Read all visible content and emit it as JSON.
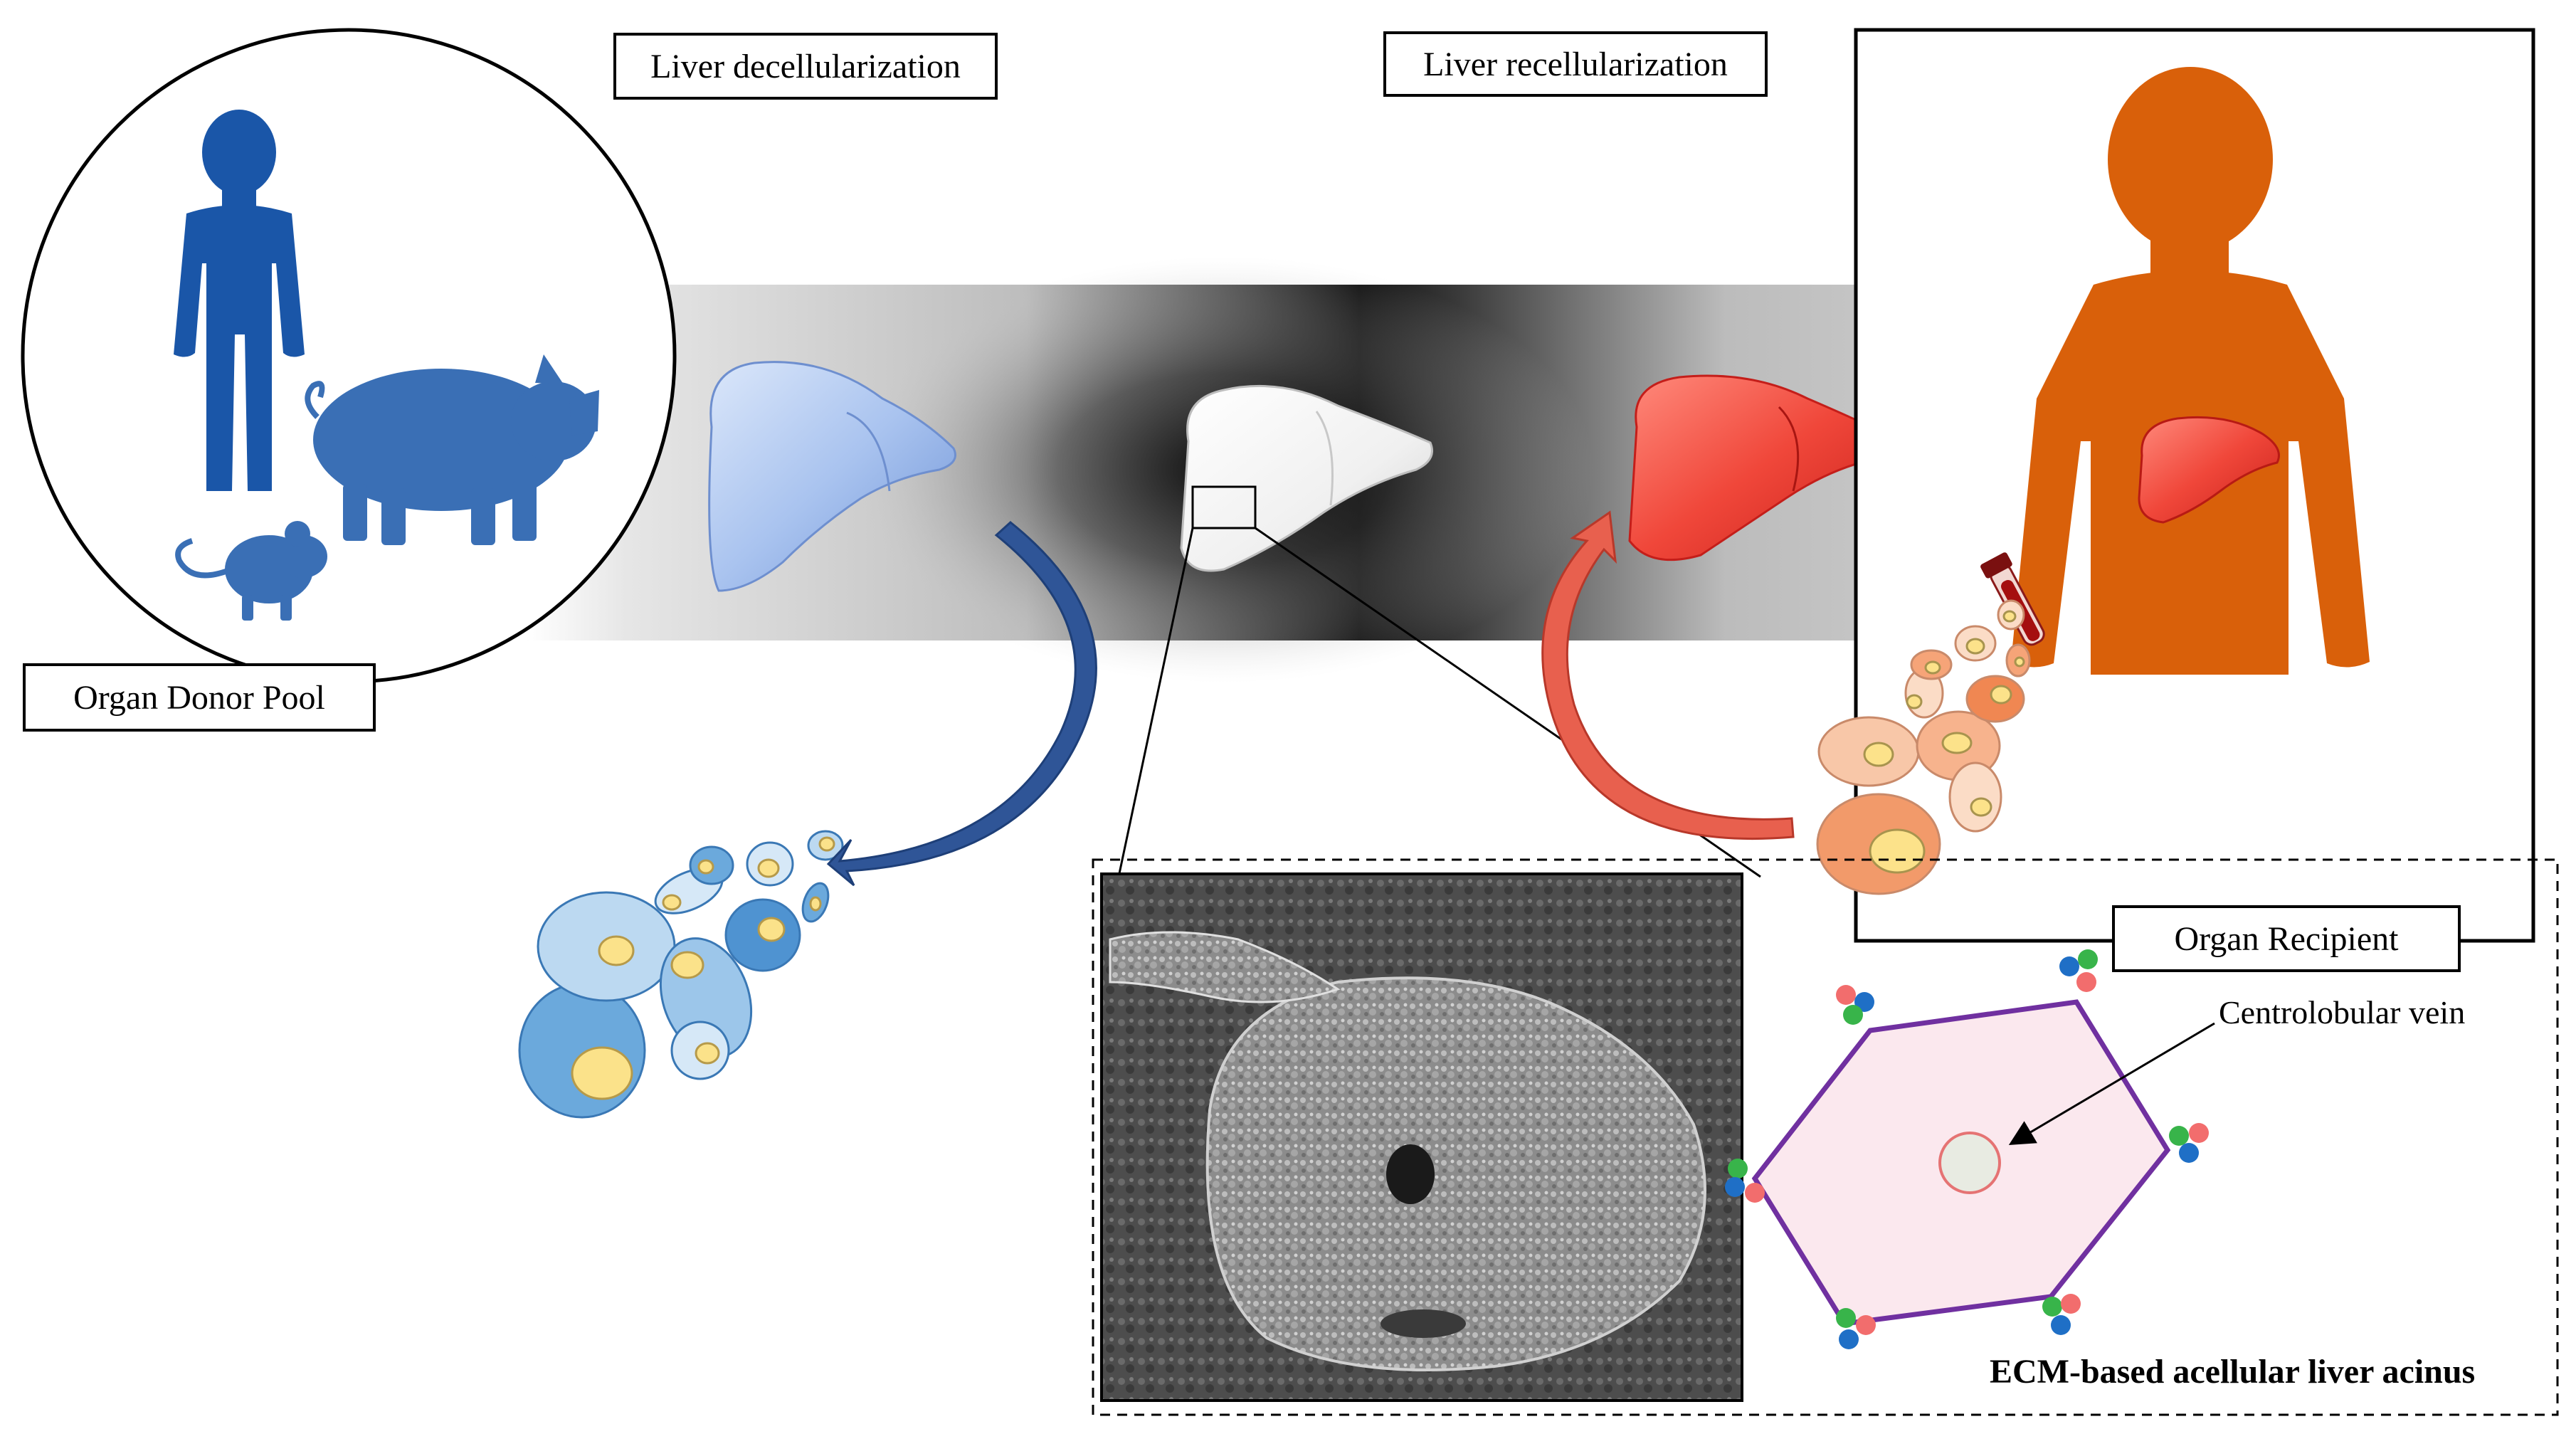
{
  "labels": {
    "decellularization": "Liver  decellularization",
    "recellularization": "Liver  recellularization",
    "donor_pool": "Organ Donor Pool",
    "recipient": "Organ Recipient",
    "centrolobular_vein": "Centrolobular vein",
    "acinus": "ECM-based acellular liver acinus"
  },
  "colors": {
    "donor_blue": "#1a56a8",
    "donor_animal_blue": "#3a6fb5",
    "recipient_orange": "#d9600a",
    "recellularized_red": "#e8392c",
    "decell_arrow_blue": "#2f5597",
    "recell_arrow_red": "#e05a48",
    "acinus_hexagon": "#7030a0",
    "acinus_fill": "#fbe8ee"
  },
  "icons": [
    "human-silhouette-icon",
    "pig-silhouette-icon",
    "mouse-silhouette-icon",
    "liver-icon",
    "blood-tube-icon",
    "cell-icon"
  ]
}
